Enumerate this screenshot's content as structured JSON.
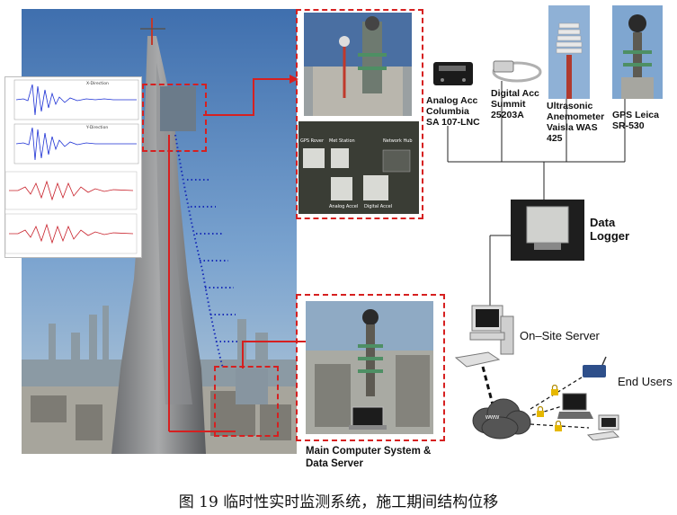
{
  "sensors": [
    {
      "id": "analog-acc",
      "lines": [
        "Analog Acc",
        "Columbia",
        "SA 107-LNC"
      ]
    },
    {
      "id": "digital-acc",
      "lines": [
        "Digital Acc",
        "Summit",
        "25203A"
      ]
    },
    {
      "id": "anemometer",
      "lines": [
        "Ultrasonic",
        "Anemometer",
        "Vaisla WAS",
        "425"
      ]
    },
    {
      "id": "gps",
      "lines": [
        "GPS Leica",
        "SR-530"
      ]
    }
  ],
  "data_logger": {
    "lines": [
      "Data",
      "Logger"
    ]
  },
  "onsite_server": {
    "label": "On–Site Server"
  },
  "end_users": {
    "label": "End Users"
  },
  "main_computer": {
    "lines": [
      "Main Computer System &",
      "Data Server"
    ]
  },
  "cloud": {
    "label": "www"
  },
  "photo_labels": {
    "gps_rover": "GPS Rover",
    "met_station": "Met Station",
    "network_hub": "Network Hub",
    "analog_accel": "Analog Accel",
    "digital_accel": "Digital Accel"
  },
  "wave_titles": {
    "x_direction": "X-Direction",
    "y_direction": "Y-Direction"
  },
  "caption": "图 19 临时性实时监测系统，施工期间结构位移"
}
